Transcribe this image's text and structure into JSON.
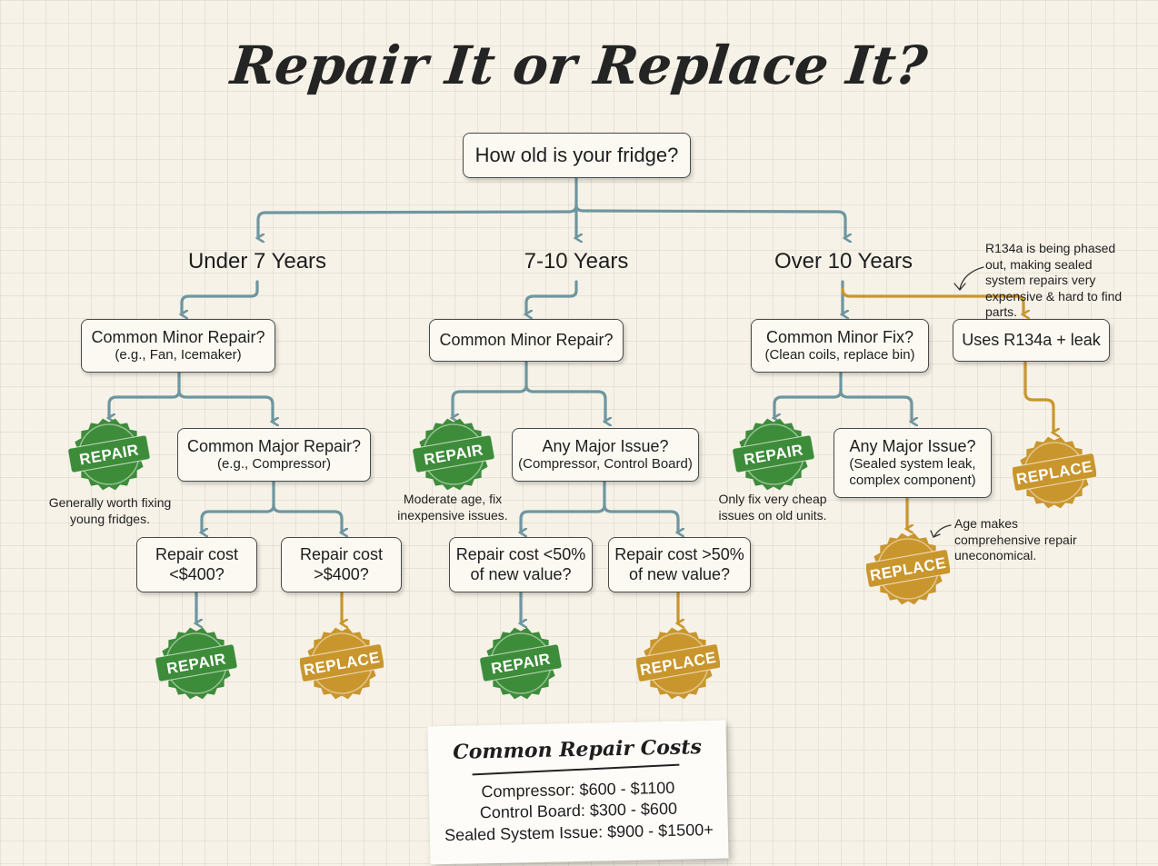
{
  "title": "Repair It or Replace It?",
  "root": "How old is your fridge?",
  "branches": {
    "under7": {
      "label": "Under 7 Years",
      "minor": {
        "line1": "Common Minor Repair?",
        "line2": "(e.g., Fan, Icemaker)"
      },
      "minor_note": "Generally worth fixing young fridges.",
      "major": {
        "line1": "Common Major Repair?",
        "line2": "(e.g., Compressor)"
      },
      "cost_low": {
        "line1": "Repair cost",
        "line2": "<$400?"
      },
      "cost_high": {
        "line1": "Repair cost",
        "line2": ">$400?"
      }
    },
    "mid": {
      "label": "7-10 Years",
      "minor": {
        "line1": "Common Minor Repair?"
      },
      "minor_note": "Moderate age, fix inexpensive issues.",
      "major": {
        "line1": "Any Major Issue?",
        "line2": "(Compressor, Control Board)"
      },
      "cost_low": {
        "line1": "Repair cost <50%",
        "line2": "of new value?"
      },
      "cost_high": {
        "line1": "Repair cost >50%",
        "line2": "of new value?"
      }
    },
    "over10": {
      "label": "Over 10 Years",
      "minor": {
        "line1": "Common Minor Fix?",
        "line2": "(Clean coils, replace bin)"
      },
      "minor_note": "Only fix very cheap issues on old units.",
      "major": {
        "line1": "Any Major Issue?",
        "line2": "(Sealed system leak,",
        "line3": "complex component)"
      },
      "major_note": "Age makes comprehensive repair uneconomical.",
      "r134a": "Uses R134a + leak",
      "r134a_note": "R134a is being phased out, making sealed system repairs very expensive & hard to find parts."
    }
  },
  "stamps": {
    "repair": "REPAIR",
    "replace": "REPLACE"
  },
  "colors": {
    "repair": "#3d8c3a",
    "replace": "#c9962d",
    "line": "#6e96a0",
    "box_border": "#4a4a4a"
  },
  "costs": {
    "title": "Common Repair Costs",
    "items": [
      "Compressor: $600 - $1100",
      "Control Board: $300 - $600",
      "Sealed System Issue: $900 - $1500+"
    ]
  }
}
